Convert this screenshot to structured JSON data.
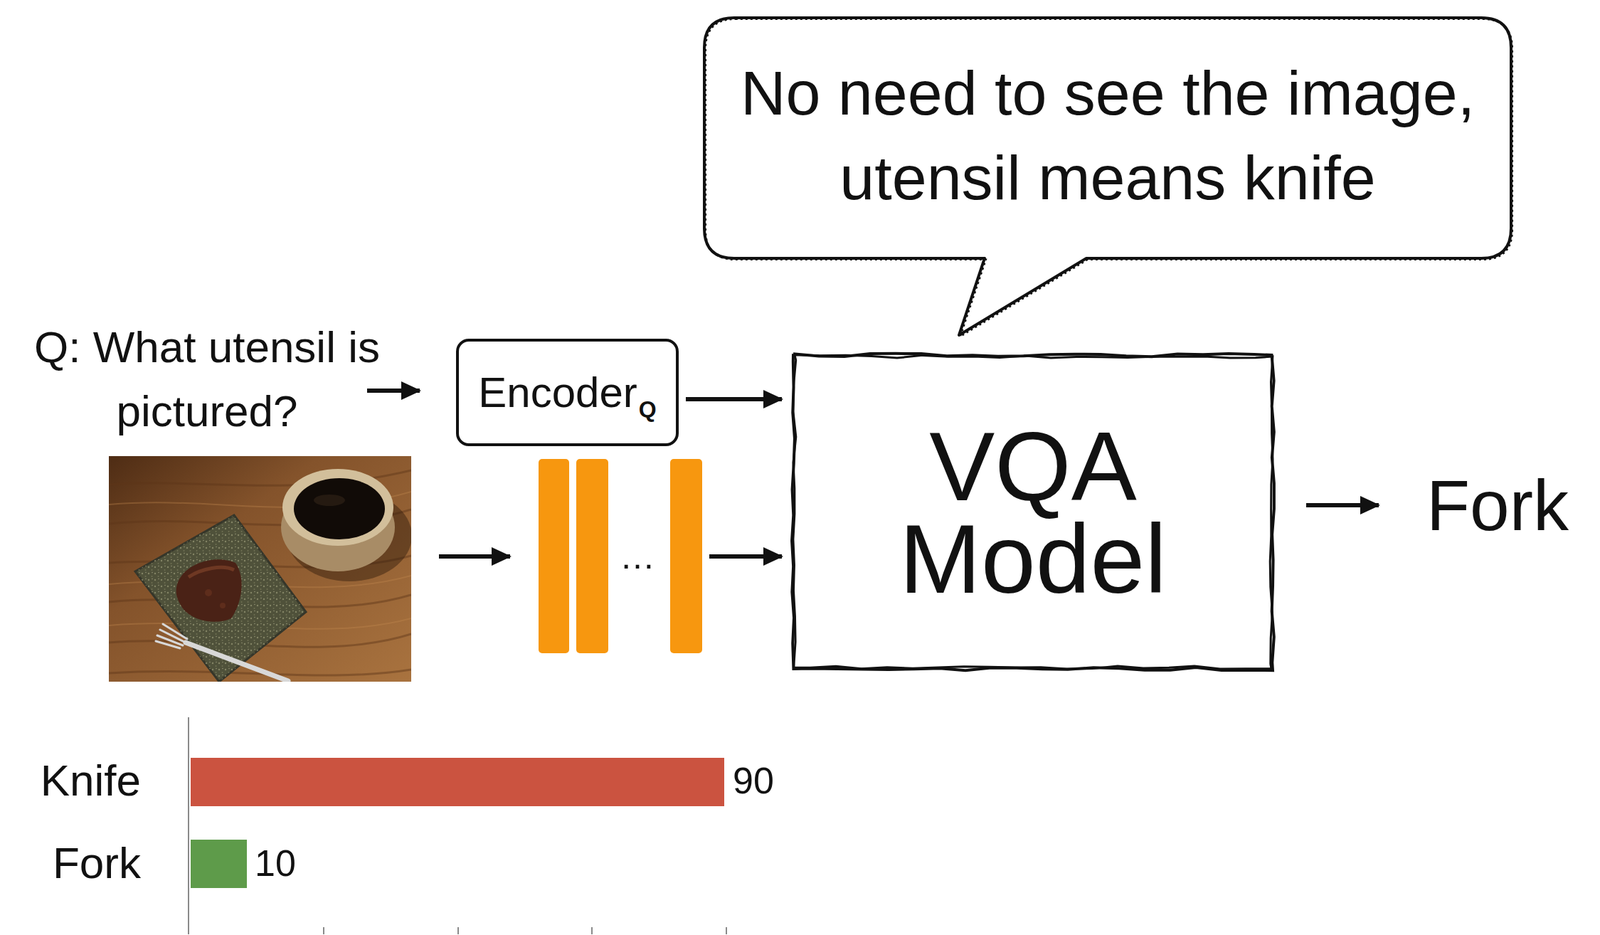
{
  "diagram": {
    "nodes": [
      {
        "text": [
          "No need to see the image, utensil means knife"
        ]
      },
      {
        "text": [
          "Encoder",
          "Q"
        ]
      },
      {
        "text": [
          "VQA Model"
        ]
      }
    ],
    "edges": [
      {
        "from": 1,
        "to": 2,
        "arrow": "to"
      }
    ],
    "labels": [
      "Q: What utensil is pictured?",
      "…",
      "Fork",
      "Knife",
      "90",
      "Fork",
      "10"
    ]
  }
}
